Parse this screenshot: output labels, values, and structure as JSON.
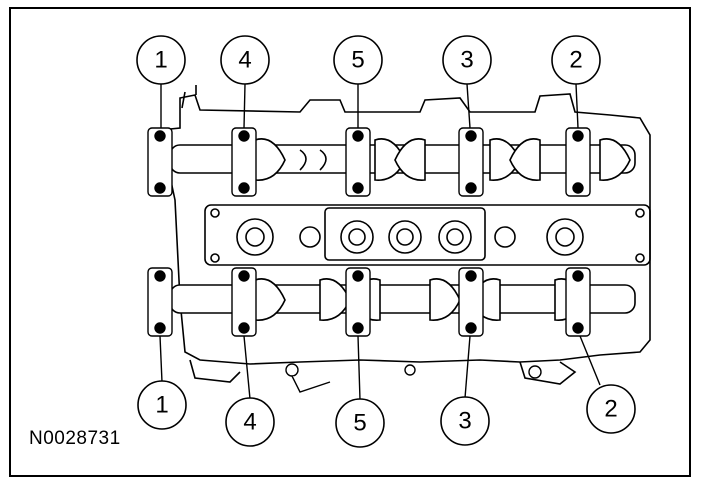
{
  "figure_id": "N0028731",
  "callouts": {
    "top": [
      "1",
      "4",
      "5",
      "3",
      "2"
    ],
    "bottom": [
      "1",
      "4",
      "5",
      "3",
      "2"
    ]
  }
}
